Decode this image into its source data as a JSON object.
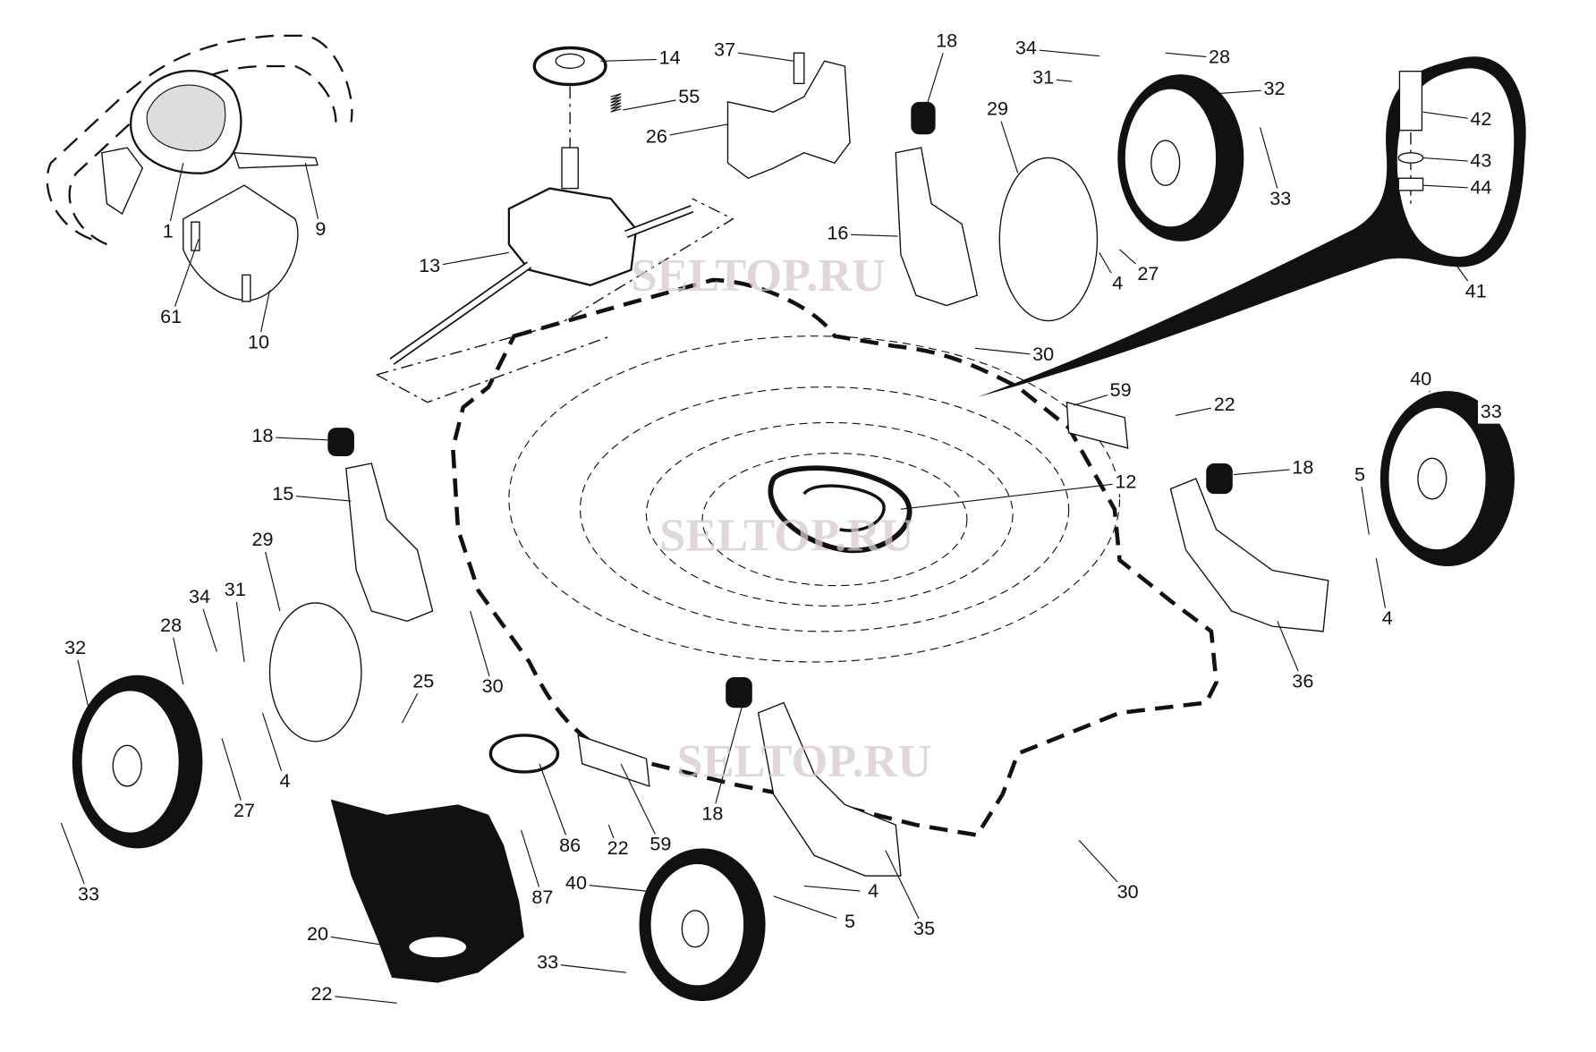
{
  "diagram": {
    "watermarks": [
      "SELTOP.RU",
      "SELTOP.RU",
      "SELTOP.RU"
    ],
    "part_labels": [
      "1",
      "9",
      "61",
      "10",
      "14",
      "37",
      "55",
      "26",
      "13",
      "18",
      "34",
      "28",
      "31",
      "32",
      "29",
      "16",
      "4",
      "27",
      "33",
      "42",
      "43",
      "44",
      "41",
      "30",
      "59",
      "22",
      "40",
      "33",
      "18",
      "15",
      "12",
      "18",
      "5",
      "29",
      "34",
      "31",
      "28",
      "32",
      "30",
      "25",
      "4",
      "36",
      "4",
      "27",
      "33",
      "86",
      "22",
      "59",
      "18",
      "87",
      "40",
      "4",
      "5",
      "35",
      "30",
      "20",
      "33",
      "22"
    ]
  }
}
